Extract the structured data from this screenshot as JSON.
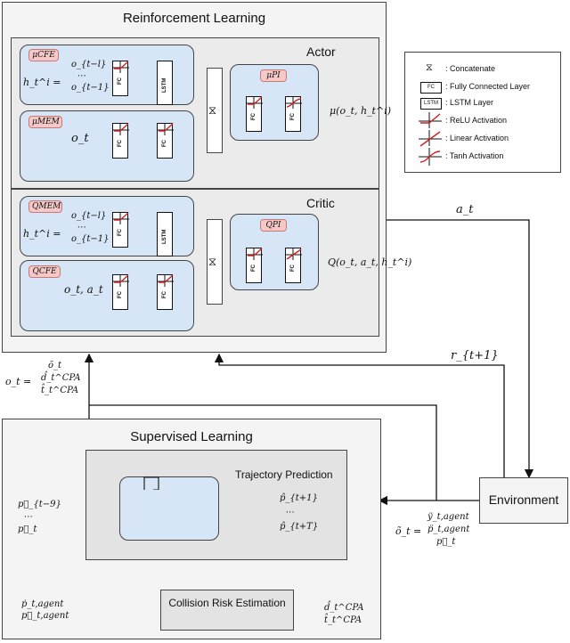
{
  "rl": {
    "title": "Reinforcement Learning",
    "actor": "Actor",
    "critic": "Critic"
  },
  "actor": {
    "cfe_tag": "μCFE",
    "mem_tag": "μMEM",
    "pi_tag": "μPI",
    "h_input": "h_t^i =",
    "h_vec": [
      "o_{t−l}",
      "⋯",
      "o_{t−1}"
    ],
    "o_input": "o_t",
    "output": "μ(o_t, h_t^i)"
  },
  "critic": {
    "mem_tag": "QMEM",
    "cfe_tag": "QCFE",
    "pi_tag": "QPI",
    "h_input": "h_t^i =",
    "h_vec": [
      "o_{t−l}",
      "⋯",
      "o_{t−1}"
    ],
    "oa_input": "o_t, a_t",
    "output": "Q(o_t, a_t, h_t^i)"
  },
  "layers": {
    "fc": "FC",
    "lstm": "LSTM"
  },
  "legend": {
    "concatenate": ": Concatenate",
    "fc": ": Fully Connected Layer",
    "lstm": ": LSTM Layer",
    "relu": ": ReLU Activation",
    "linear": ": Linear Activation",
    "tanh": ": Tanh Activation",
    "fc_abbr": "FC",
    "lstm_abbr": "LSTM"
  },
  "signals": {
    "a_t": "a_t",
    "r_t1": "r_{t+1}",
    "o_t_eq": "o_t =",
    "o_t_vec": [
      "õ_t",
      "d̂_t^CPA",
      "t̂_t^CPA"
    ],
    "otilde_eq": "õ_t =",
    "otilde_vec": [
      "ÿ_t,agent",
      "p̈_t,agent",
      "p⃗_t"
    ]
  },
  "sl": {
    "title": "Supervised Learning",
    "trajectory": "Trajectory Prediction",
    "input_vec": [
      "p⃗_{t−9}",
      "⋯",
      "p⃗_t"
    ],
    "pred_vec": [
      "p̂_{t+1}",
      "⋯",
      "p̂_{t+T}"
    ],
    "crisk": "Collision Risk Estimation",
    "crisk_in": [
      "ṗ_t,agent",
      "p⃗_t,agent"
    ],
    "crisk_out": [
      "d̂_t^CPA",
      "t̂_t^CPA"
    ]
  },
  "env": {
    "label": "Environment"
  },
  "colors": {
    "block": "#d7e6f7",
    "tag": "#f6c9c9",
    "panel": "#ececec"
  }
}
